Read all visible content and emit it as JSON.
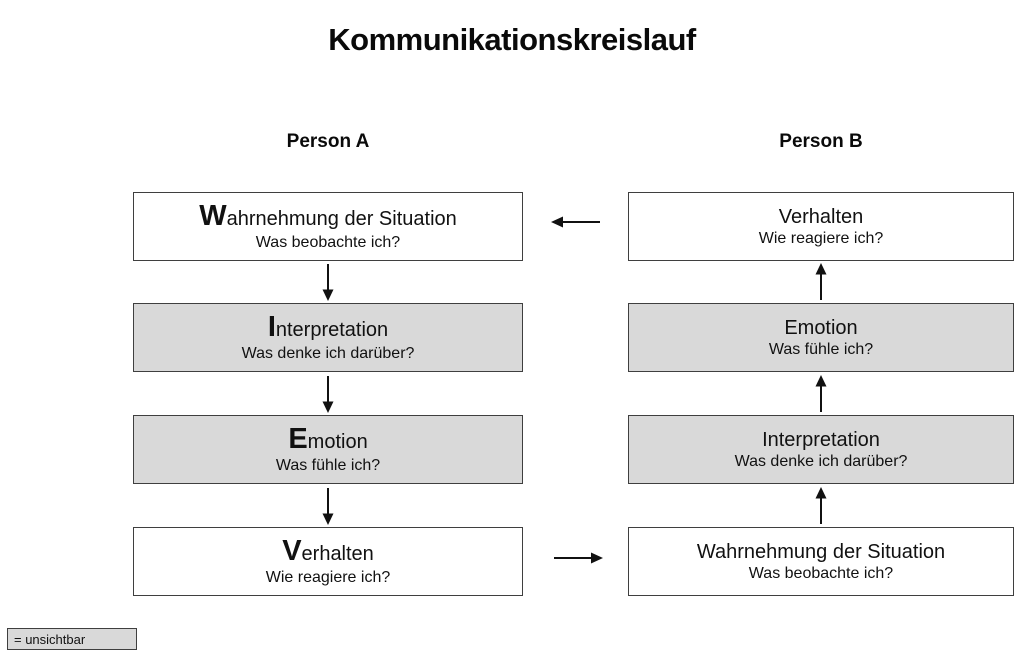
{
  "title": "Kommunikationskreislauf",
  "colors": {
    "box_shaded": "#d9d9d9",
    "box_plain": "#ffffff",
    "border": "#3f3f3f",
    "text": "#111111"
  },
  "person_a": {
    "header": "Person A",
    "boxes": [
      {
        "initial": "W",
        "rest": "ahrnehmung der Situation",
        "question": "Was beobachte ich?",
        "shaded": false
      },
      {
        "initial": "I",
        "rest": "nterpretation",
        "question": "Was denke ich darüber?",
        "shaded": true
      },
      {
        "initial": "E",
        "rest": "motion",
        "question": "Was fühle ich?",
        "shaded": true
      },
      {
        "initial": "V",
        "rest": "erhalten",
        "question": "Wie reagiere ich?",
        "shaded": false
      }
    ]
  },
  "person_b": {
    "header": "Person B",
    "boxes": [
      {
        "label": "Verhalten",
        "question": "Wie reagiere ich?",
        "shaded": false
      },
      {
        "label": "Emotion",
        "question": "Was fühle ich?",
        "shaded": true
      },
      {
        "label": "Interpretation",
        "question": "Was denke ich darüber?",
        "shaded": true
      },
      {
        "label": "Wahrnehmung der Situation",
        "question": "Was beobachte ich?",
        "shaded": false
      }
    ]
  },
  "arrows": {
    "left_column_direction": "down",
    "right_column_direction": "up",
    "top_cross_arrow": "left",
    "bottom_cross_arrow": "right"
  },
  "legend": {
    "label": "= unsichtbar"
  }
}
